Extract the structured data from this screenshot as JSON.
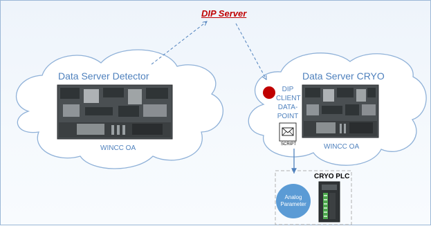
{
  "dip_server": {
    "label": "DIP Server"
  },
  "clouds": {
    "detector": {
      "title": "Data Server Detector",
      "subtitle": "WINCC OA"
    },
    "cryo": {
      "title": "Data Server CRYO",
      "subtitle": "WINCC OA"
    }
  },
  "dip_client": {
    "lines": [
      "DIP",
      "CLIENT",
      "DATA-",
      "POINT"
    ]
  },
  "script": {
    "label": "SCRIPT"
  },
  "analog": {
    "lines": [
      "Analog",
      "Parameter"
    ]
  },
  "plc": {
    "label": "CRYO PLC"
  },
  "colors": {
    "accent": "#4f81bd",
    "dip_server": "#c00000",
    "dot": "#c00000",
    "analog_circle": "#5b9bd5"
  },
  "icons": [
    "envelope-icon",
    "plc-module-icon"
  ]
}
